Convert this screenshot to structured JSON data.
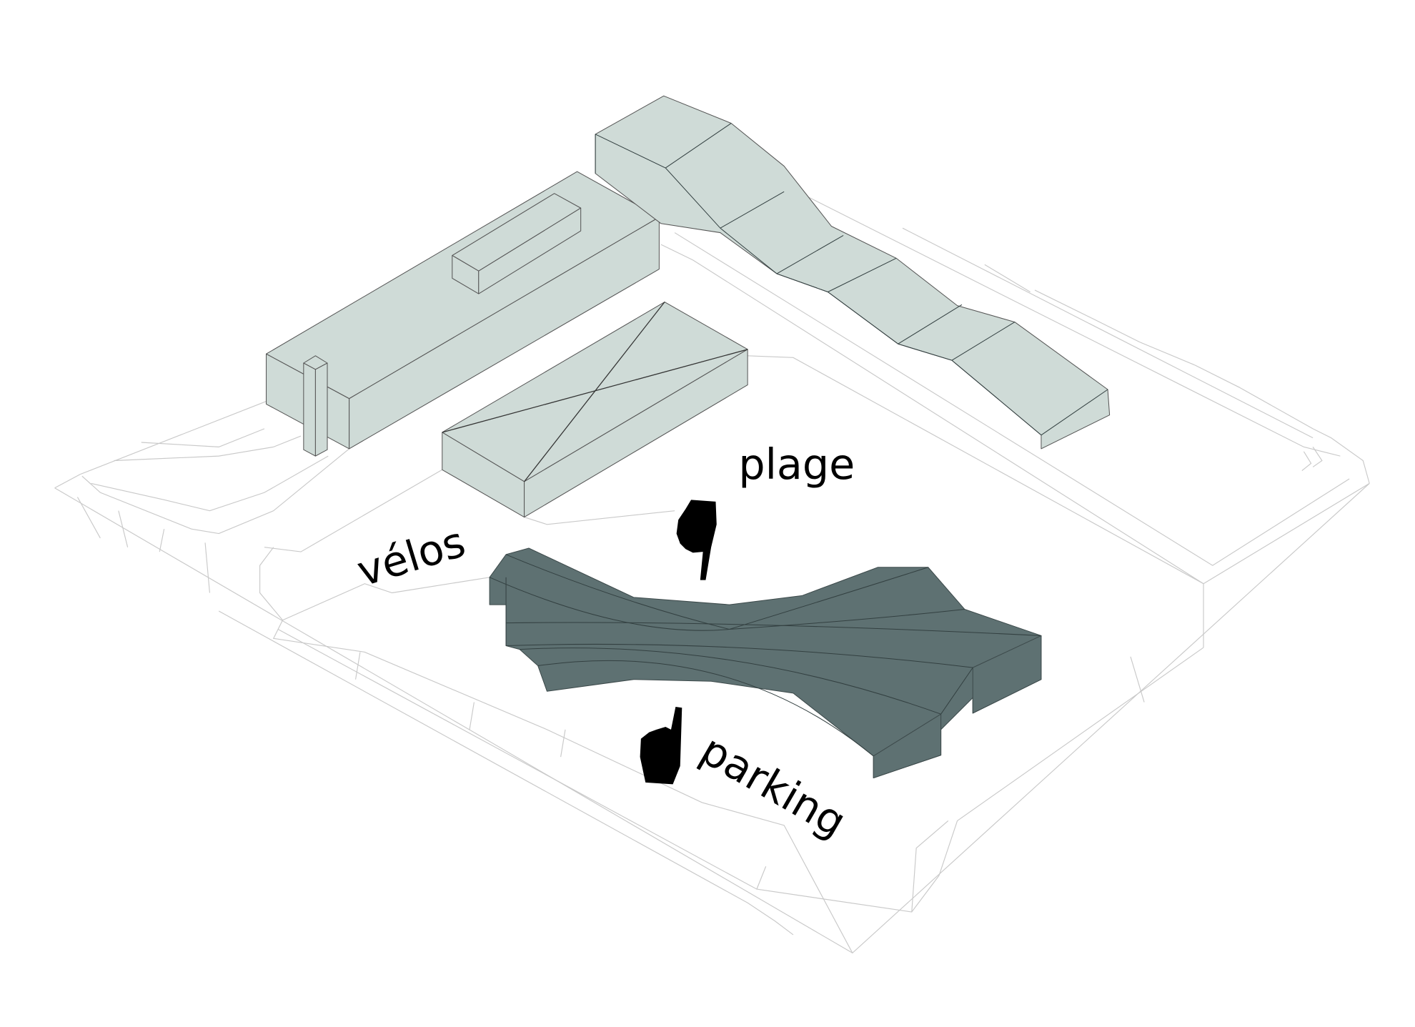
{
  "diagram": {
    "type": "axonometric site plan",
    "labels": {
      "plage": "plage",
      "velos": "vélos",
      "parking": "parking"
    },
    "icons": [
      "pointing-hand-up-icon",
      "pointing-hand-down-icon"
    ],
    "colors": {
      "existing_buildings": "#cfdbd7",
      "new_canopy": "#5e7172",
      "site_lines": "#c9c9c9"
    }
  }
}
